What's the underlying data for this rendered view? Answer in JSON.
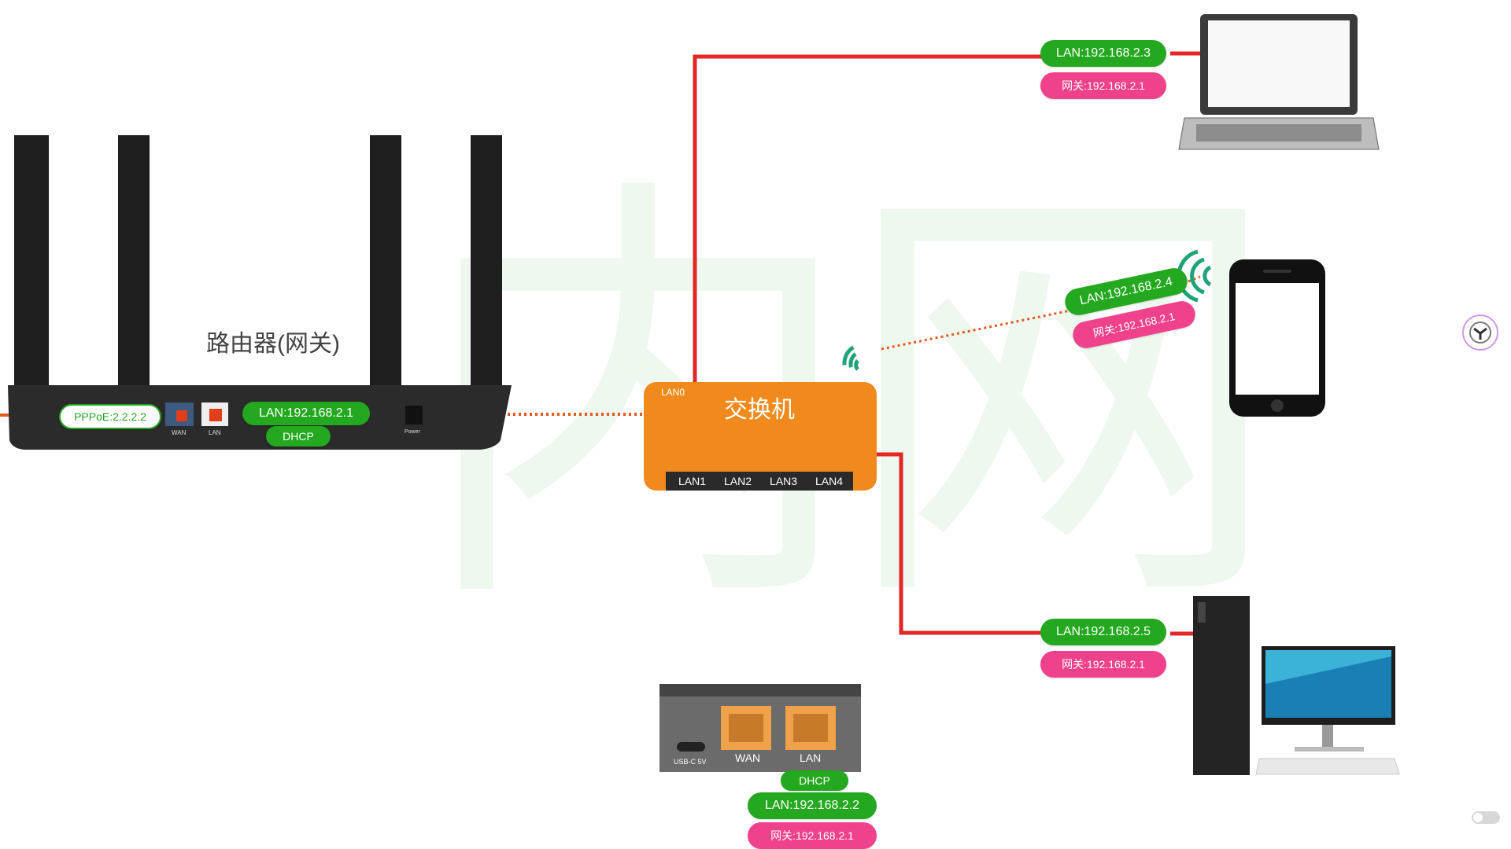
{
  "watermark": "内网",
  "router": {
    "title": "路由器(网关)",
    "pppoe": "PPPoE:2.2.2.2",
    "lan": "LAN:192.168.2.1",
    "dhcp": "DHCP",
    "port_wan": "WAN",
    "port_lan": "LAN",
    "port_power": "Power"
  },
  "switch": {
    "title": "交换机",
    "lan0": "LAN0",
    "ports": [
      "LAN1",
      "LAN2",
      "LAN3",
      "LAN4"
    ]
  },
  "laptop": {
    "lan": "LAN:192.168.2.3",
    "gateway": "网关:192.168.2.1"
  },
  "phone": {
    "lan": "LAN:192.168.2.4",
    "gateway": "网关:192.168.2.1"
  },
  "desktop": {
    "lan": "LAN:192.168.2.5",
    "gateway": "网关:192.168.2.1"
  },
  "minipc": {
    "usb": "USB-C 5V",
    "wan": "WAN",
    "lan_port": "LAN",
    "dhcp": "DHCP",
    "lan": "LAN:192.168.2.2",
    "gateway": "网关:192.168.2.1"
  },
  "colors": {
    "green": "#24a81f",
    "pink": "#f0418c",
    "orange": "#f18a1c",
    "wire": "#e32626",
    "wifi": "#1fa37a"
  },
  "icons": [
    "wifi-signal-icon",
    "router-icon",
    "laptop-icon",
    "phone-icon",
    "desktop-icon",
    "mini-pc-icon"
  ]
}
